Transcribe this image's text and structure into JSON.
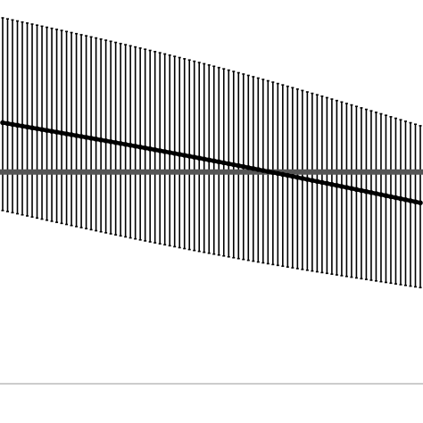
{
  "chart_data": {
    "type": "line",
    "title": "",
    "xlabel": "",
    "ylabel": "",
    "grid": false,
    "legend": "none",
    "point_count": 86,
    "xlim": [
      0,
      1
    ],
    "ylim": [
      -1.2,
      1.0
    ],
    "baseline": 0,
    "mean_line": {
      "start": 0.32,
      "end": -0.2
    },
    "interval_upper": {
      "start": 1.0,
      "end": 0.3
    },
    "interval_lower": {
      "start": -0.25,
      "end": -0.75
    },
    "colors": {
      "mean": "#000000",
      "interval": "#000000",
      "baseline": "#555555",
      "axis": "#999999"
    }
  }
}
